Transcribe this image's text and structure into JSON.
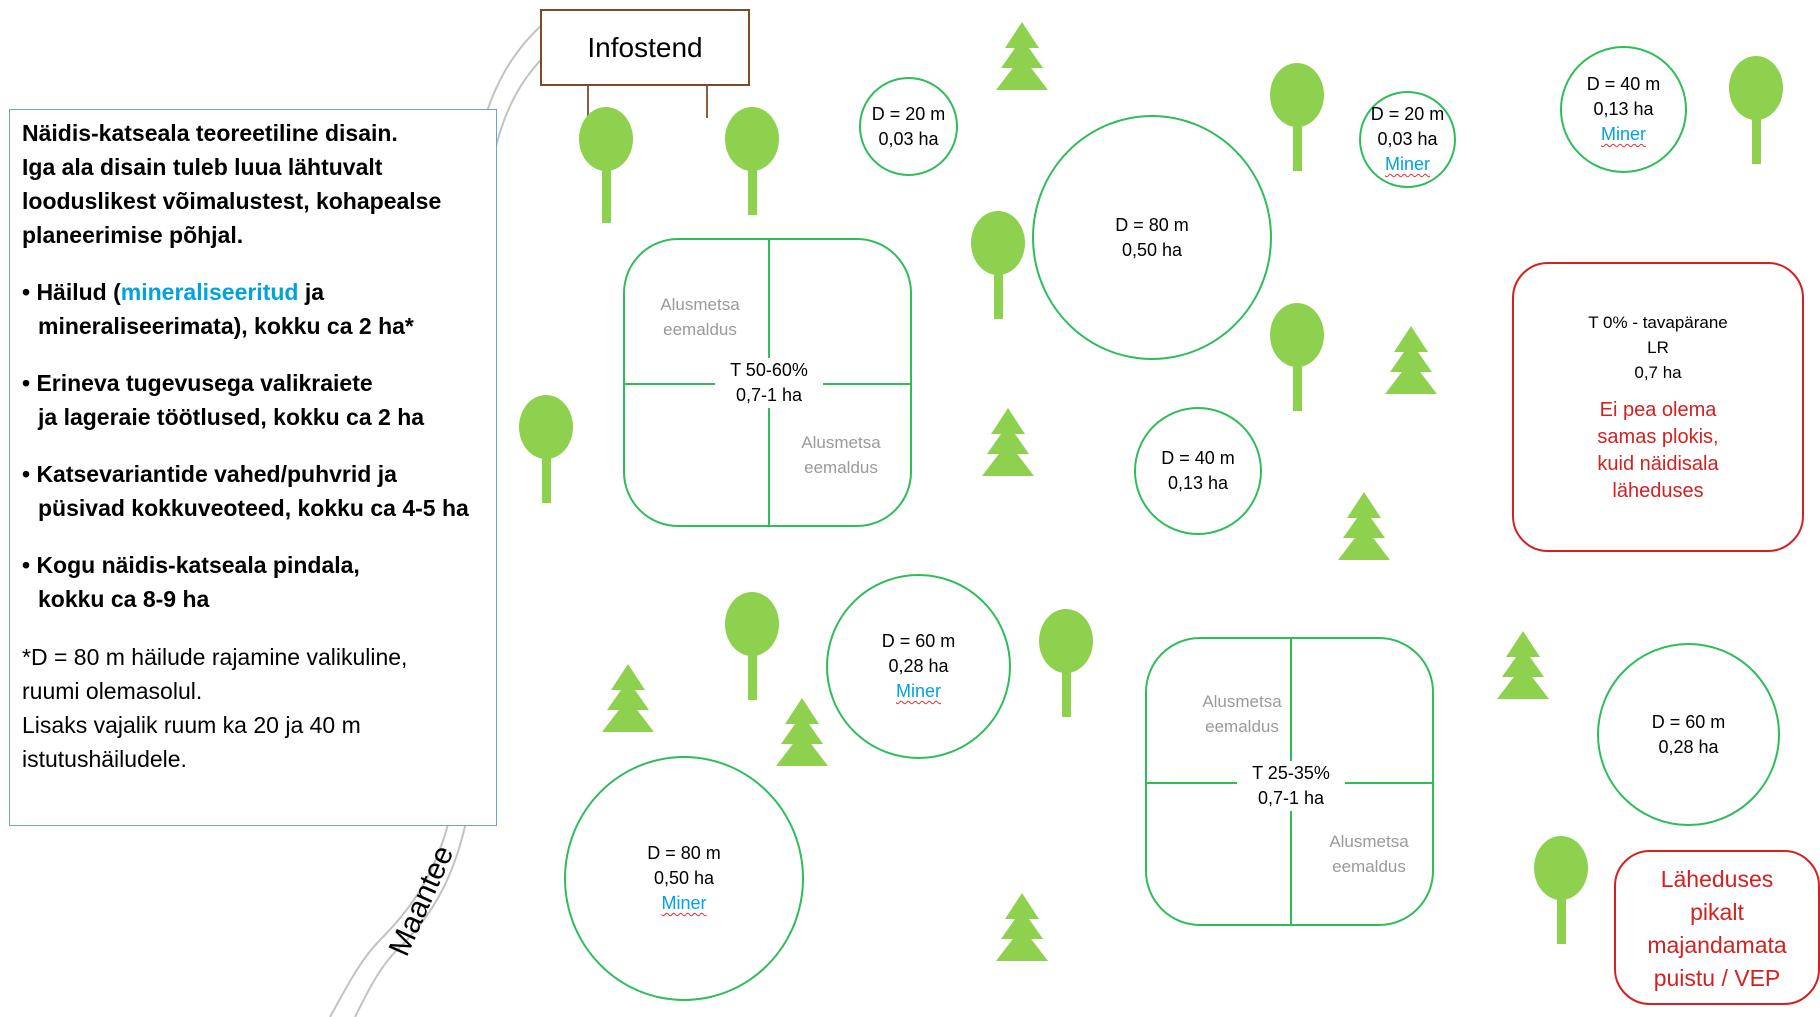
{
  "info_stand": "Infostend",
  "road_label": "Maantee",
  "info": {
    "title_lines": [
      "Näidis-katseala teoreetiline disain.",
      "Iga ala disain tuleb luua lähtuvalt",
      "looduslikest võimalustest, kohapealse",
      "planeerimise põhjal."
    ],
    "bullet1_prefix": "• Häilud (",
    "bullet1_highlight": "mineraliseeritud",
    "bullet1_suffix_line1": " ja",
    "bullet1_line2": "mineraliseerimata), kokku ca 2 ha*",
    "bullet2_line1": "• Erineva tugevusega valikraiete",
    "bullet2_line2": "ja lageraie töötlused, kokku ca 2 ha",
    "bullet3_line1": "• Katsevariantide vahed/puhvrid ja",
    "bullet3_line2": "püsivad kokkuveoteed, kokku ca 4-5 ha",
    "bullet4_line1": "• Kogu näidis-katseala pindala,",
    "bullet4_line2": "kokku ca 8-9 ha",
    "note_lines": [
      "*D = 80 m häilude rajamine valikuline,",
      "ruumi olemasolul.",
      "Lisaks vajalik ruum ka 20 ja 40 m",
      "istutushäiludele."
    ]
  },
  "gaps": [
    {
      "id": "gap-d20-a",
      "diameter": "D = 20 m",
      "area": "0,03 ha",
      "miner": ""
    },
    {
      "id": "gap-d20-b",
      "diameter": "D = 20 m",
      "area": "0,03 ha",
      "miner": "Miner"
    },
    {
      "id": "gap-d40-a",
      "diameter": "D = 40 m",
      "area": "0,13 ha",
      "miner": "Miner"
    },
    {
      "id": "gap-d80-a",
      "diameter": "D = 80 m",
      "area": "0,50 ha",
      "miner": ""
    },
    {
      "id": "gap-d40-b",
      "diameter": "D = 40 m",
      "area": "0,13 ha",
      "miner": ""
    },
    {
      "id": "gap-d60-a",
      "diameter": "D = 60 m",
      "area": "0,28 ha",
      "miner": "Miner"
    },
    {
      "id": "gap-d60-b",
      "diameter": "D = 60 m",
      "area": "0,28 ha",
      "miner": ""
    },
    {
      "id": "gap-d80-b",
      "diameter": "D = 80 m",
      "area": "0,50 ha",
      "miner": "Miner"
    }
  ],
  "thinning_plots": [
    {
      "treatment": "T 50-60%",
      "area": "0,7-1 ha",
      "understory": "Alusmetsa eemaldus"
    },
    {
      "treatment": "T 25-35%",
      "area": "0,7-1 ha",
      "understory": "Alusmetsa eemaldus"
    }
  ],
  "clearcut": {
    "line1": "T 0% - tavapärane",
    "line2": "LR",
    "line3": "0,7 ha",
    "note_lines": [
      "Ei pea olema",
      "samas plokis,",
      "kuid näidisala",
      "läheduses"
    ]
  },
  "reserve": {
    "lines": [
      "Läheduses",
      "pikalt",
      "majandamata",
      "puistu / VEP"
    ]
  },
  "colors": {
    "plot_outline": "#2ebd59",
    "tree": "#8dd14f",
    "red": "#d42020",
    "cyan": "#00a3e0",
    "info_border": "#6f9fd8",
    "sign_border": "#7a4b2a",
    "road": "#bdbdbd"
  },
  "icons": {
    "deciduous": "deciduous-tree-icon",
    "conifer": "conifer-tree-icon"
  }
}
